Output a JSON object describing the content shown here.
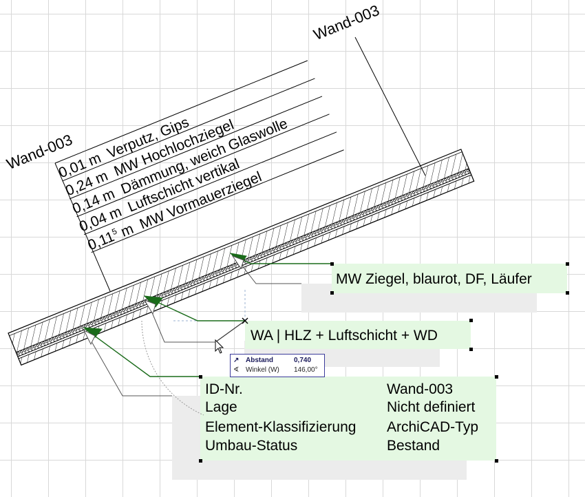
{
  "wall_id_top": "Wand-003",
  "wall_id_left": "Wand-003",
  "layer_table": {
    "rows": [
      {
        "thickness": "0,01 m",
        "material": "Verputz, Gips"
      },
      {
        "thickness": "0,24 m",
        "material": "MW Hochlochziegel"
      },
      {
        "thickness": "0,14 m",
        "material": "Dämmung, weich Glaswolle"
      },
      {
        "thickness": "0,04 m",
        "material": "Luftschicht vertikal"
      },
      {
        "thickness_main": "0,11",
        "thickness_sup": "5",
        "thickness_unit": "m",
        "material": "MW Vormauerziegel"
      }
    ]
  },
  "label_material": {
    "text": "MW Ziegel, blaurot, DF, Läufer"
  },
  "label_composite": {
    "text": "WA | HLZ + Luftschicht + WD"
  },
  "label_info": {
    "rows": [
      {
        "key": "ID-Nr.",
        "value": "Wand-003"
      },
      {
        "key": "Lage",
        "value": "Nicht definiert"
      },
      {
        "key": "Element-Klassifizierung",
        "value": "ArchiCAD-Typ"
      },
      {
        "key": "Umbau-Status",
        "value": "Bestand"
      }
    ]
  },
  "tracker": {
    "distance_label": "Abstand",
    "distance_value": "0,740",
    "angle_label": "Winkel (W)",
    "angle_value": "146,00°",
    "distance_icon": "distance-icon",
    "angle_icon": "angle-icon"
  },
  "colors": {
    "leader": "#1a6b1a",
    "label_bg": "#e4f8e2",
    "tracker_border": "#3a3a9a",
    "grid": "#d8d8d8"
  }
}
